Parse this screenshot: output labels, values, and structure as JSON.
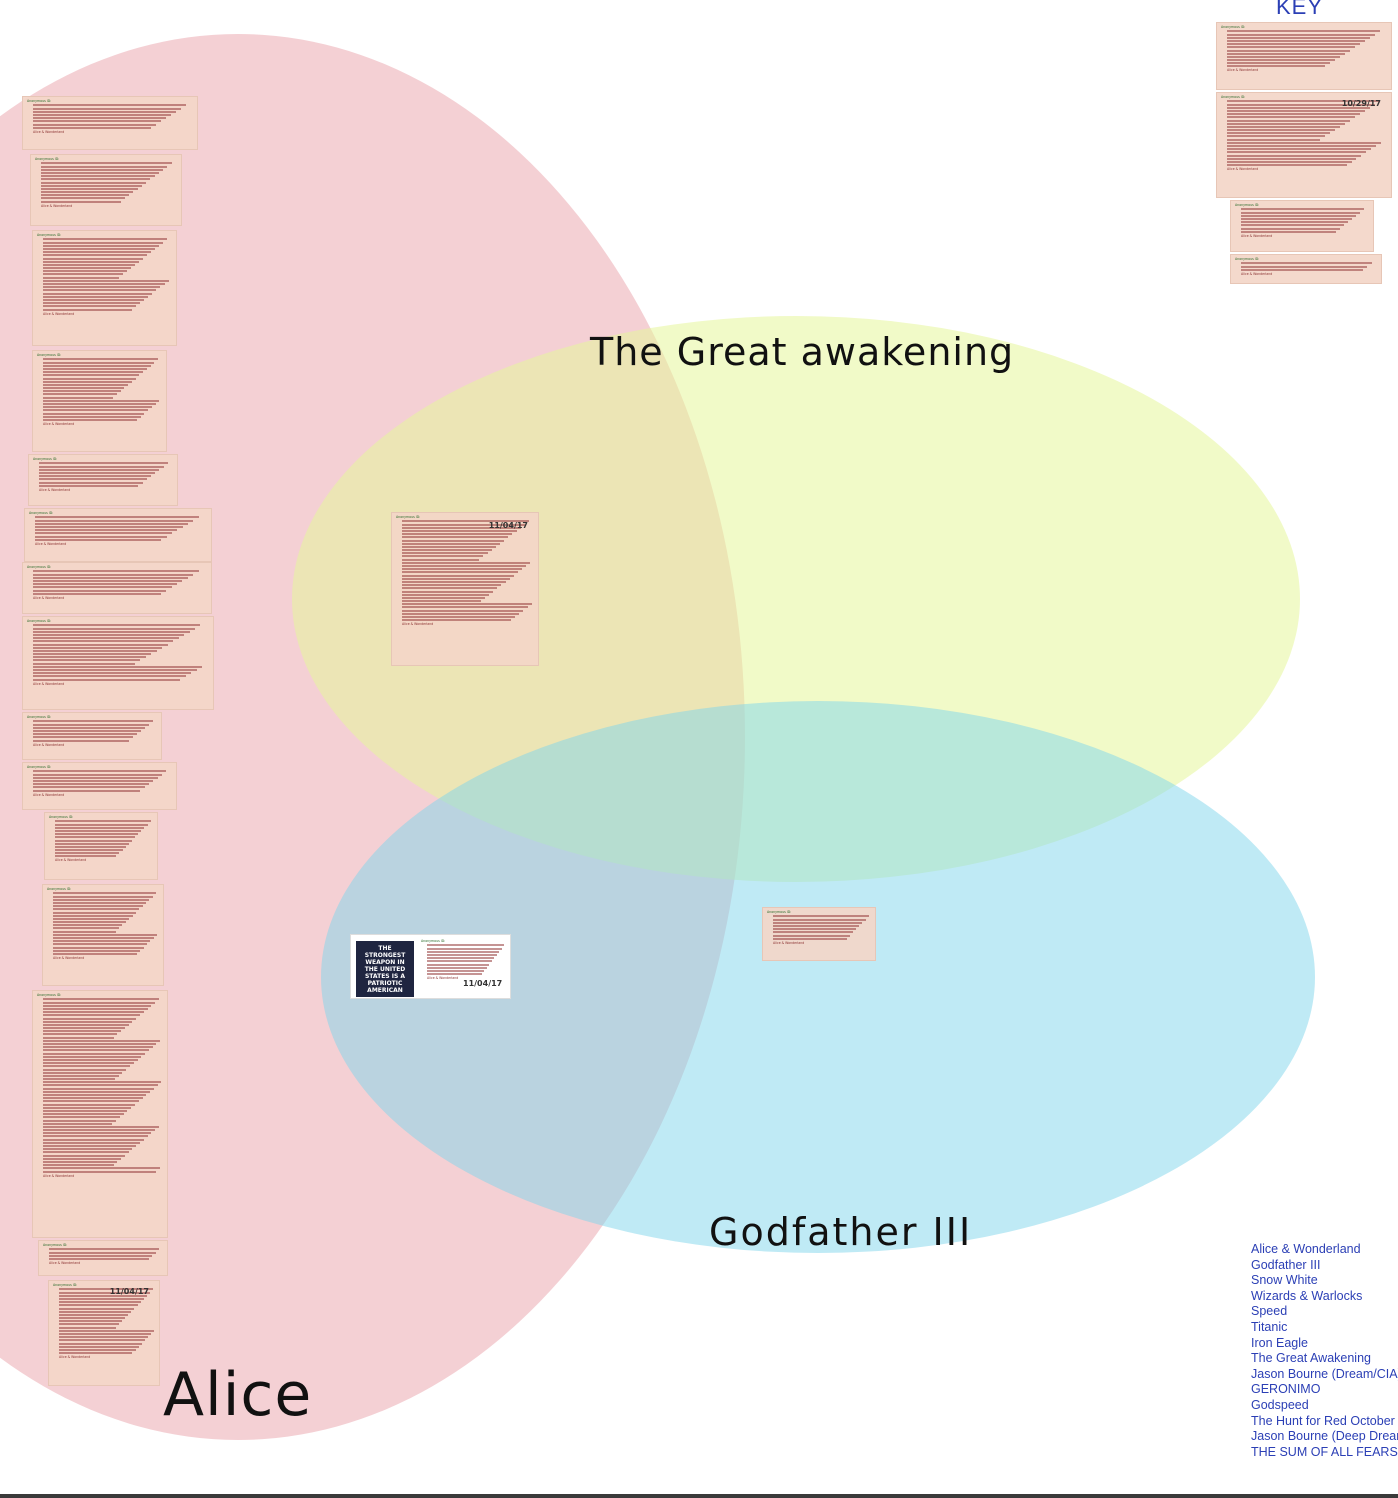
{
  "diagram": {
    "sets": [
      {
        "id": "alice",
        "label": "Alice",
        "color": "#e48e98"
      },
      {
        "id": "great",
        "label": "The Great awakening",
        "color": "#e5f59a"
      },
      {
        "id": "godfather",
        "label": "Godfather III",
        "color": "#7fd6ec"
      }
    ],
    "key_title": "KEY",
    "key_items": [
      "Alice & Wonderland",
      "Godfather III",
      "Snow White",
      "Wizards & Warlocks",
      "Speed",
      "Titanic",
      "Iron Eagle",
      "The Great Awakening",
      "Jason Bourne (Dream/CIA)",
      "GERONIMO",
      "Godspeed",
      "The Hunt for Red October",
      "Jason Bourne (Deep Dream)",
      "THE SUM OF ALL FEARS"
    ],
    "dates": {
      "key_post": "10/29/17",
      "great_post": "11/04/17",
      "alice_post": "11/04/17",
      "banner_post": "11/04/17"
    },
    "meme_text": "THE STRONGEST WEAPON IN THE UNITED STATES IS A PATRIOTIC AMERICAN",
    "post_header": "Anonymous ID:",
    "post_body": "Alice & Wonderland"
  }
}
